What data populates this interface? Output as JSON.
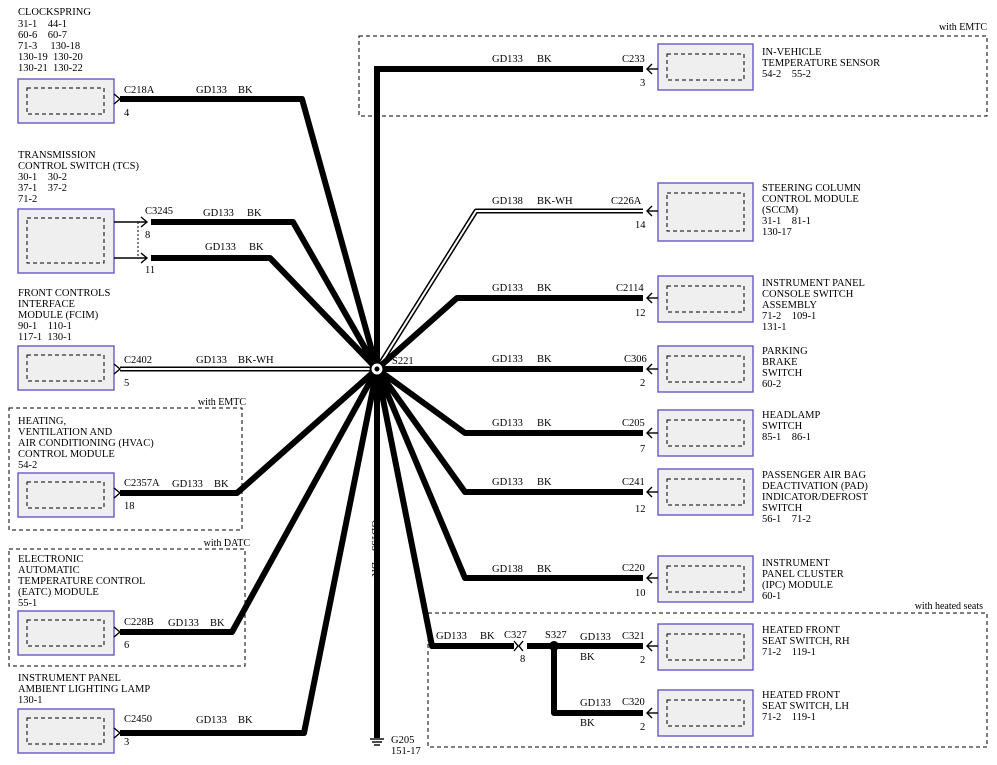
{
  "regions": {
    "emtc_top": "with EMTC",
    "emtc_hvac": "with EMTC",
    "datc": "with DATC",
    "heated": "with heated seats"
  },
  "splices": {
    "main": "S221",
    "seat": "S327"
  },
  "ground": {
    "name": "G205",
    "ref": "151-17"
  },
  "trunk": {
    "circuit": "GD133",
    "color": "BK"
  },
  "left_components": [
    {
      "key": "clockspring",
      "lines": [
        "CLOCKSPRING"
      ],
      "refs": [
        "31-1    44-1",
        "60-6    60-7",
        "71-3     130-18",
        "130-19  130-20",
        "130-21  130-22"
      ],
      "connector": "C218A",
      "pin": "4",
      "circuit": "GD133",
      "color": "BK"
    },
    {
      "key": "tcs",
      "lines": [
        "TRANSMISSION",
        "CONTROL SWITCH (TCS)"
      ],
      "refs": [
        "30-1    30-2",
        "37-1    37-2",
        "71-2"
      ],
      "connector": "C3245",
      "pin": "8",
      "circuit": "GD133",
      "color": "BK",
      "pin2": "11",
      "circuit2": "GD133",
      "color2": "BK"
    },
    {
      "key": "fcim",
      "lines": [
        "FRONT CONTROLS",
        "INTERFACE",
        "MODULE (FCIM)"
      ],
      "refs": [
        "90-1    110-1",
        "117-1  130-1"
      ],
      "connector": "C2402",
      "pin": "5",
      "circuit": "GD133",
      "color": "BK-WH"
    },
    {
      "key": "hvac",
      "lines": [
        "HEATING,",
        "VENTILATION AND",
        "AIR CONDITIONING (HVAC)",
        "CONTROL MODULE"
      ],
      "refs": [
        "54-2"
      ],
      "connector": "C2357A",
      "pin": "18",
      "circuit": "GD133",
      "color": "BK"
    },
    {
      "key": "eatc",
      "lines": [
        "ELECTRONIC",
        "AUTOMATIC",
        "TEMPERATURE CONTROL",
        "(EATC) MODULE"
      ],
      "refs": [
        "55-1"
      ],
      "connector": "C228B",
      "pin": "6",
      "circuit": "GD133",
      "color": "BK"
    },
    {
      "key": "ambient",
      "lines": [
        "INSTRUMENT PANEL",
        "AMBIENT LIGHTING LAMP"
      ],
      "refs": [
        "130-1"
      ],
      "connector": "C2450",
      "pin": "3",
      "circuit": "GD133",
      "color": "BK"
    }
  ],
  "right_components": [
    {
      "key": "invehicle",
      "lines": [
        "IN-VEHICLE",
        "TEMPERATURE SENSOR"
      ],
      "refs": [
        "54-2    55-2"
      ],
      "connector": "C233",
      "pin": "3",
      "circuit": "GD133",
      "color": "BK"
    },
    {
      "key": "sccm",
      "lines": [
        "STEERING COLUMN",
        "CONTROL MODULE",
        "(SCCM)"
      ],
      "refs": [
        "31-1    81-1",
        "130-17"
      ],
      "connector": "C226A",
      "pin": "14",
      "circuit": "GD138",
      "color": "BK-WH"
    },
    {
      "key": "ipcsa",
      "lines": [
        "INSTRUMENT PANEL",
        "CONSOLE SWITCH",
        "ASSEMBLY"
      ],
      "refs": [
        "71-2    109-1",
        "131-1"
      ],
      "connector": "C2114",
      "pin": "12",
      "circuit": "GD133",
      "color": "BK"
    },
    {
      "key": "parkbrake",
      "lines": [
        "PARKING",
        "BRAKE",
        "SWITCH"
      ],
      "refs": [
        "60-2"
      ],
      "connector": "C306",
      "pin": "2",
      "circuit": "GD133",
      "color": "BK"
    },
    {
      "key": "headlamp",
      "lines": [
        "HEADLAMP",
        "SWITCH"
      ],
      "refs": [
        "85-1    86-1"
      ],
      "connector": "C205",
      "pin": "7",
      "circuit": "GD133",
      "color": "BK"
    },
    {
      "key": "pad",
      "lines": [
        "PASSENGER AIR BAG",
        "DEACTIVATION (PAD)",
        "INDICATOR/DEFROST",
        "SWITCH"
      ],
      "refs": [
        "56-1    71-2"
      ],
      "connector": "C241",
      "pin": "12",
      "circuit": "GD133",
      "color": "BK"
    },
    {
      "key": "ipc",
      "lines": [
        "INSTRUMENT",
        "PANEL CLUSTER",
        "(IPC) MODULE"
      ],
      "refs": [
        "60-1"
      ],
      "connector": "C220",
      "pin": "10",
      "circuit": "GD138",
      "color": "BK"
    },
    {
      "key": "seatrh",
      "lines": [
        "HEATED FRONT",
        "SEAT SWITCH, RH"
      ],
      "refs": [
        "71-2    119-1"
      ],
      "connector": "C321",
      "pin": "2",
      "circuit": "GD133",
      "color": "BK"
    },
    {
      "key": "seatlh",
      "lines": [
        "HEATED FRONT",
        "SEAT SWITCH, LH"
      ],
      "refs": [
        "71-2    119-1"
      ],
      "connector": "C320",
      "pin": "2",
      "circuit": "GD133",
      "color": "BK"
    }
  ],
  "seat_feed": {
    "circuit": "GD133",
    "color": "BK",
    "connector": "C327",
    "pin": "8"
  }
}
